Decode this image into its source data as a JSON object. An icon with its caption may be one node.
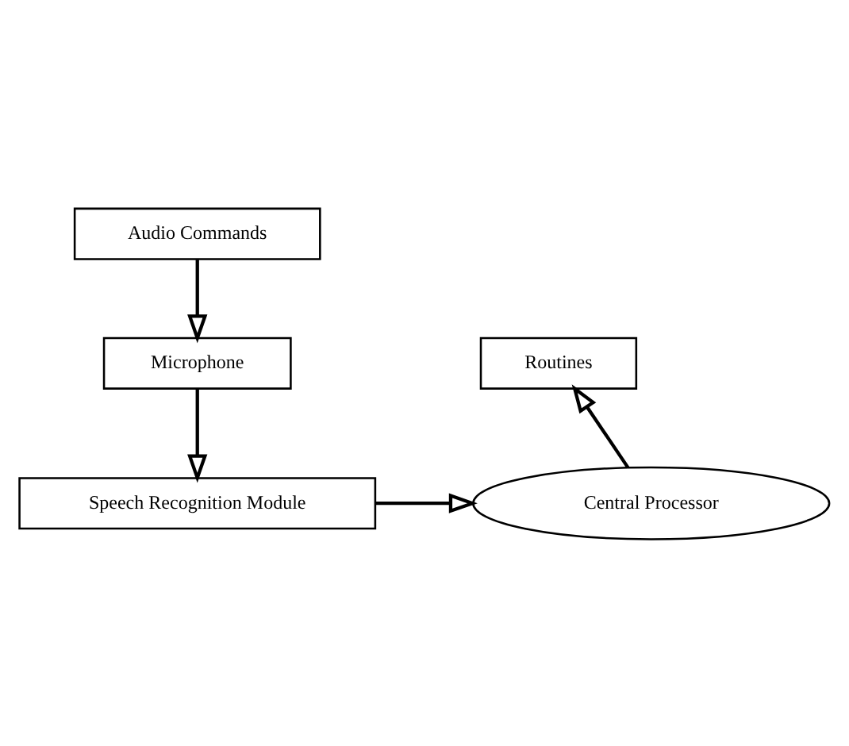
{
  "diagram": {
    "nodes": [
      {
        "text": [
          "Audio Commands"
        ]
      },
      {
        "text": [
          "Microphone"
        ]
      },
      {
        "text": [
          "Speech Recognition Module"
        ]
      },
      {
        "text": [
          "Central Processor"
        ]
      },
      {
        "text": [
          "Routines"
        ]
      }
    ],
    "edges": [
      {
        "from": 0,
        "to": 1,
        "arrow": "to"
      },
      {
        "from": 1,
        "to": 2,
        "arrow": "to"
      },
      {
        "from": 2,
        "to": 3,
        "arrow": "to"
      },
      {
        "from": 3,
        "to": 4,
        "arrow": "to"
      }
    ]
  }
}
